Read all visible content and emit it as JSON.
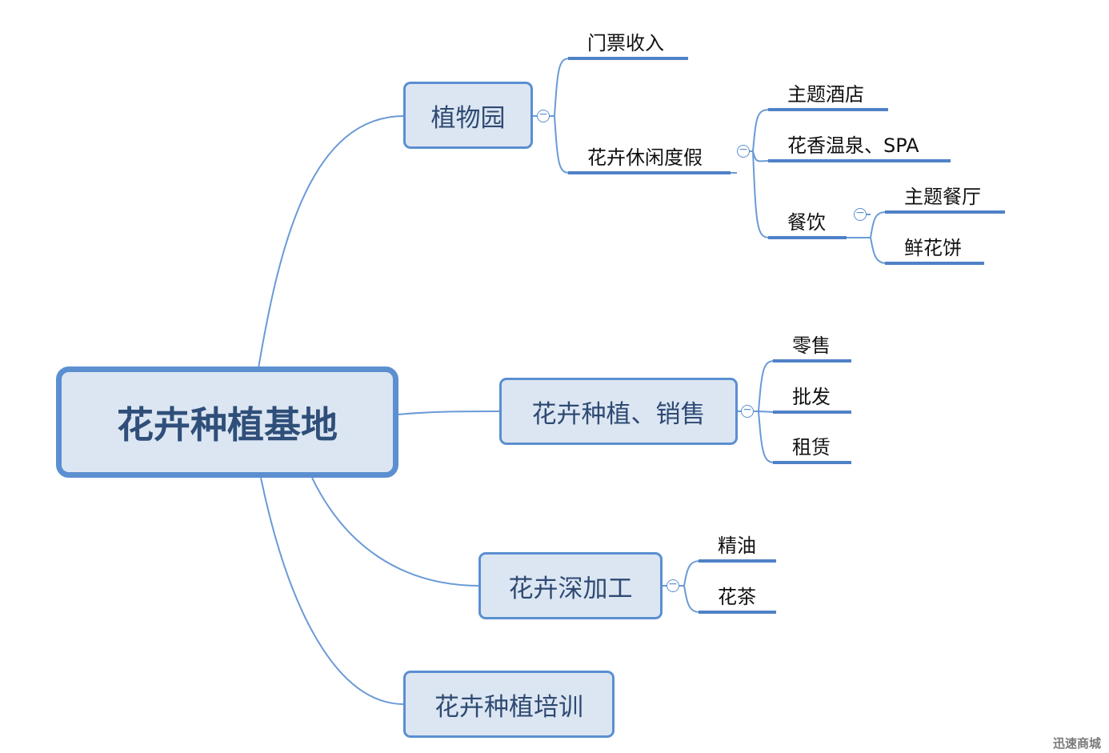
{
  "root": {
    "label": "花卉种植基地"
  },
  "branches": {
    "botanical_garden": {
      "label": "植物园",
      "children": {
        "ticket": "门票收入",
        "resort": {
          "label": "花卉休闲度假",
          "children": {
            "hotel": "主题酒店",
            "spa": "花香温泉、SPA",
            "dining": {
              "label": "餐饮",
              "children": {
                "restaurant": "主题餐厅",
                "flower_cake": "鲜花饼"
              }
            }
          }
        }
      }
    },
    "planting_sales": {
      "label": "花卉种植、销售",
      "children": {
        "retail": "零售",
        "wholesale": "批发",
        "rental": "租赁"
      }
    },
    "processing": {
      "label": "花卉深加工",
      "children": {
        "essential_oil": "精油",
        "flower_tea": "花茶"
      }
    },
    "training": {
      "label": "花卉种植培训"
    }
  },
  "collapse_symbol": "−",
  "watermark": "迅速商城",
  "colors": {
    "node_fill": "#dce6f2",
    "node_border": "#5b8fd0",
    "connector": "#6a9ad6",
    "leaf_underline": "#4f81c7"
  }
}
